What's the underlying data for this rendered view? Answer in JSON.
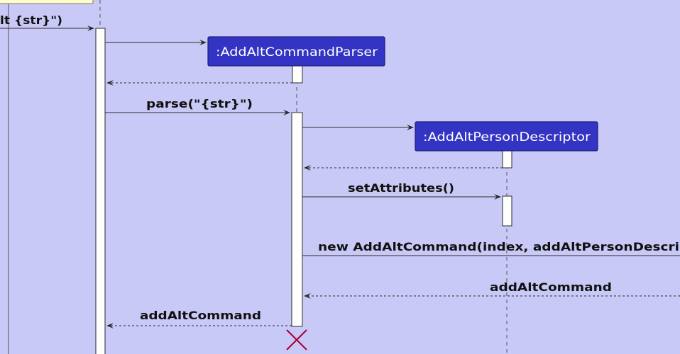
{
  "diagram": {
    "participants": {
      "parser": ":AddAltCommandParser",
      "descriptor": ":AddAltPersonDescriptor"
    },
    "messages": {
      "incoming": "lt {str}\")",
      "parse": "parse(\"{str}\")",
      "set_attributes": "setAttributes()",
      "new_command": "new AddAltCommand(index, addAltPersonDescri",
      "return_command_upper": "addAltCommand",
      "return_command_lower": "addAltCommand"
    },
    "destroy_marker_icon": "x-icon"
  },
  "colors": {
    "background": "#c9c9f7",
    "participant_fill": "#3434c4",
    "participant_text": "#ffffff",
    "activation_fill": "#fefefe",
    "arrow": "#2a2a2a",
    "destroy_marker": "#a80036",
    "note_fill": "#fefece"
  }
}
